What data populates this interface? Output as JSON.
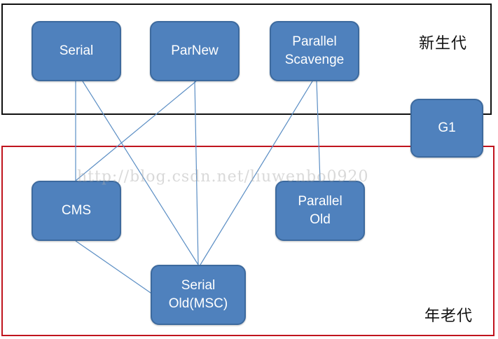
{
  "regions": {
    "young_generation": "新生代",
    "old_generation": "年老代"
  },
  "collectors": {
    "serial": "Serial",
    "parnew": "ParNew",
    "parallel_scavenge": "Parallel\nScavenge",
    "g1": "G1",
    "cms": "CMS",
    "parallel_old": "Parallel\nOld",
    "serial_old": "Serial\nOld(MSC)"
  },
  "watermark": "http://blog.csdn.net/liuwenbo0920",
  "colors": {
    "node_fill": "#4f81bd",
    "node_border": "#3d6a9e",
    "link": "#5b8ec4",
    "young_border": "#111111",
    "old_border": "#c0141e"
  },
  "links": [
    [
      "serial",
      "cms"
    ],
    [
      "serial",
      "serial_old"
    ],
    [
      "parnew",
      "cms"
    ],
    [
      "parnew",
      "serial_old"
    ],
    [
      "parallel_scavenge",
      "serial_old"
    ],
    [
      "parallel_scavenge",
      "parallel_old"
    ],
    [
      "cms",
      "serial_old"
    ]
  ]
}
